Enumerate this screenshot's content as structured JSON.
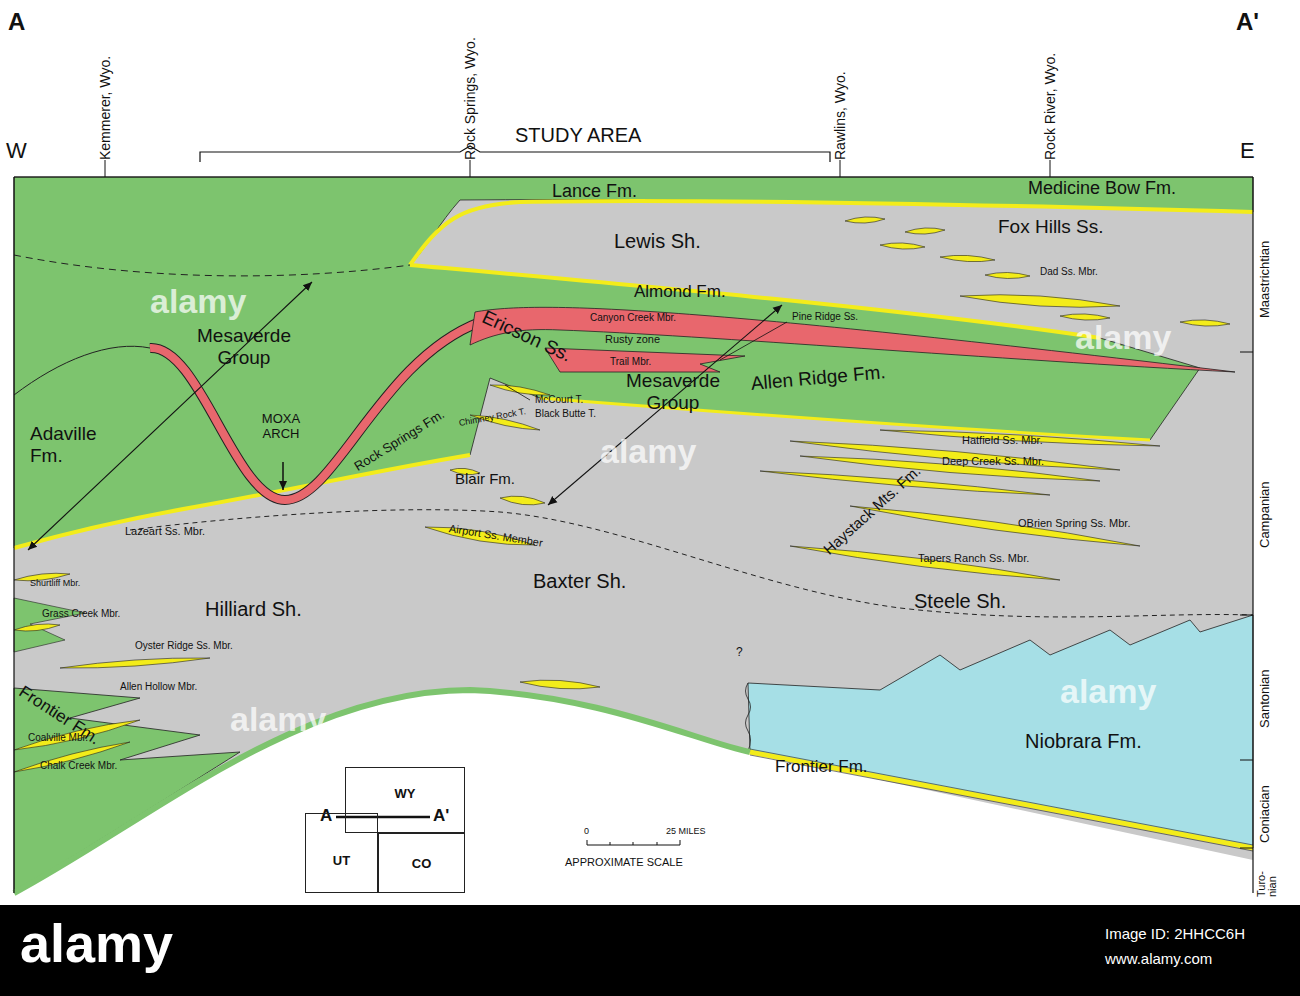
{
  "diagram": {
    "nodes": [
      {
        "text": [
          "WY"
        ]
      },
      {
        "text": [
          "UT"
        ]
      },
      {
        "text": [
          "CO"
        ]
      }
    ],
    "labels": [
      "A",
      "A'",
      "W",
      "E",
      "Kemmerer, Wyo.",
      "Rock Springs, Wyo.",
      "Rawlins, Wyo.",
      "Rock River, Wyo.",
      "STUDY AREA",
      "Lance Fm.",
      "Medicine Bow Fm.",
      "Lewis Sh.",
      "Fox Hills Ss.",
      "Dad Ss. Mbr.",
      "Almond Fm.",
      "Canyon Creek Mbr.",
      "Pine Ridge Ss.",
      "Rusty zone",
      "Ericson Ss.",
      "Trail Mbr.",
      "Mesaverde Group",
      "Mesaverde Group",
      "Allen Ridge Fm.",
      "MOXA ARCH",
      "Adaville Fm.",
      "Rock Springs Fm.",
      "McCourt T.",
      "Black Butte T.",
      "Chimney Rock T.",
      "Blair Fm.",
      "Hatfield Ss. Mbr.",
      "Deep Creek Ss. Mbr.",
      "Haystack Mts. Fm.",
      "Lazeart Ss. Mbr.",
      "Airport Ss. Member",
      "OBrien Spring Ss. Mbr.",
      "Tapers Ranch Ss. Mbr.",
      "Shurtliff Mbr.",
      "Baxter Sh.",
      "Steele Sh.",
      "Hilliard Sh.",
      "Grass Creek Mbr.",
      "Oyster Ridge Ss. Mbr.",
      "Allen Hollow Mbr.",
      "Frontier Fm.",
      "Coalville Mbr.",
      "Chalk Creek Mbr.",
      "?",
      "Frontier Fm.",
      "Niobrara Fm.",
      "Maastrichtian",
      "Campanian",
      "Santonian",
      "Coniacian",
      "Turo- nian",
      "A",
      "A'",
      "0",
      "25 MILES",
      "APPROXIMATE SCALE",
      "alamy",
      "alamy",
      "alamy",
      "alamy",
      "alamy",
      "alamy",
      "Image ID: 2HHCC6H",
      "www.alamy.com"
    ]
  }
}
